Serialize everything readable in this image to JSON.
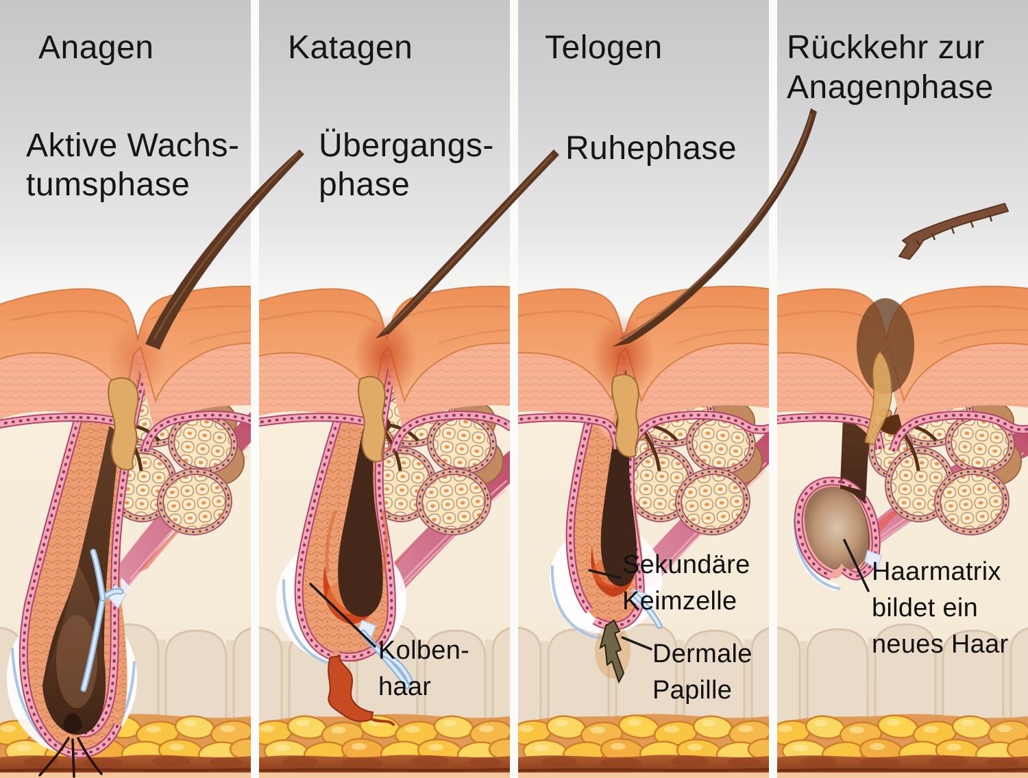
{
  "figure": {
    "name": "Haarwachstumszyklus (hair growth cycle) illustration",
    "language": "de"
  },
  "panels": [
    {
      "id": "anagen",
      "title_lines": [
        "Anagen"
      ],
      "subtitle_lines": [
        "Aktive Wachs-",
        "tumsphase"
      ],
      "annotations": []
    },
    {
      "id": "katagen",
      "title_lines": [
        "Katagen"
      ],
      "subtitle_lines": [
        "Übergangs-",
        "phase"
      ],
      "annotations": [
        {
          "lines": [
            "Kolben-",
            "haar"
          ]
        }
      ]
    },
    {
      "id": "telogen",
      "title_lines": [
        "Telogen"
      ],
      "subtitle_lines": [
        "Ruhephase"
      ],
      "annotations": [
        {
          "lines": [
            "Sekundäre",
            "Keimzelle"
          ]
        },
        {
          "lines": [
            "Dermale",
            "Papille"
          ]
        }
      ]
    },
    {
      "id": "rueckkehr",
      "title_lines": [
        "Rückkehr zur",
        "Anagenphase"
      ],
      "subtitle_lines": [],
      "annotations": [
        {
          "lines": [
            "Haarmatrix",
            "bildet ein",
            "neues Haar"
          ]
        }
      ]
    }
  ],
  "colors": {
    "sky_top": "#c6c6c8",
    "epidermis_surface": "#ee9058",
    "epidermis_deep": "#f7b294",
    "basal_cells": "#f2a9b4",
    "dermis": "#f9efda",
    "fat_cells": "#f8c441",
    "muscle": "#bf4f6b",
    "hair": "#5c3822",
    "club_hair_red": "#cc3f16",
    "membrane_blue": "#a9c6e6",
    "label_text": "#101010"
  }
}
